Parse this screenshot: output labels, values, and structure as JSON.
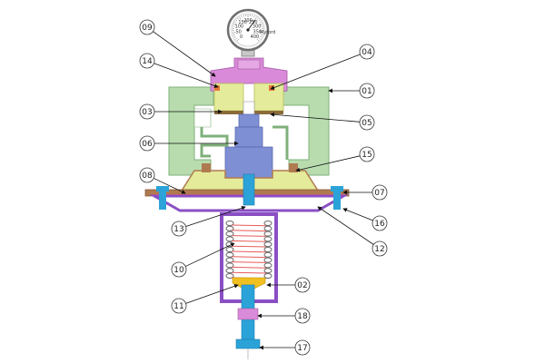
{
  "gauge": {
    "scale_numbers": [
      "0",
      "50",
      "100",
      "150",
      "200",
      "250",
      "300",
      "350",
      "400"
    ],
    "brand": "Myford"
  },
  "callouts": [
    {
      "id": "c09",
      "text": "09"
    },
    {
      "id": "c14",
      "text": "14"
    },
    {
      "id": "c03",
      "text": "03"
    },
    {
      "id": "c06",
      "text": "06"
    },
    {
      "id": "c08",
      "text": "08"
    },
    {
      "id": "c13",
      "text": "13"
    },
    {
      "id": "c10",
      "text": "10"
    },
    {
      "id": "c11",
      "text": "11"
    },
    {
      "id": "c04",
      "text": "04"
    },
    {
      "id": "c01",
      "text": "01"
    },
    {
      "id": "c05",
      "text": "05"
    },
    {
      "id": "c15",
      "text": "15"
    },
    {
      "id": "c07",
      "text": "07"
    },
    {
      "id": "c16",
      "text": "16"
    },
    {
      "id": "c12",
      "text": "12"
    },
    {
      "id": "c02",
      "text": "02"
    },
    {
      "id": "c18",
      "text": "18"
    },
    {
      "id": "c17",
      "text": "17"
    }
  ],
  "colors": {
    "body_green": "#b8dcae",
    "body_green_stroke": "#7fb07a",
    "bonnet_pink": "#d98ad8",
    "seat_yellow": "#e4eb9a",
    "stem_blue": "#7f8fd4",
    "bolt_cyan": "#2ba3d9",
    "diaphragm_red": "#e85a5a",
    "plate_brown": "#b07a50",
    "spring_housing_purple": "#8a4fc4",
    "spring_disk_yellow": "#f0c020",
    "gauge_grey": "#9a9a9a"
  }
}
